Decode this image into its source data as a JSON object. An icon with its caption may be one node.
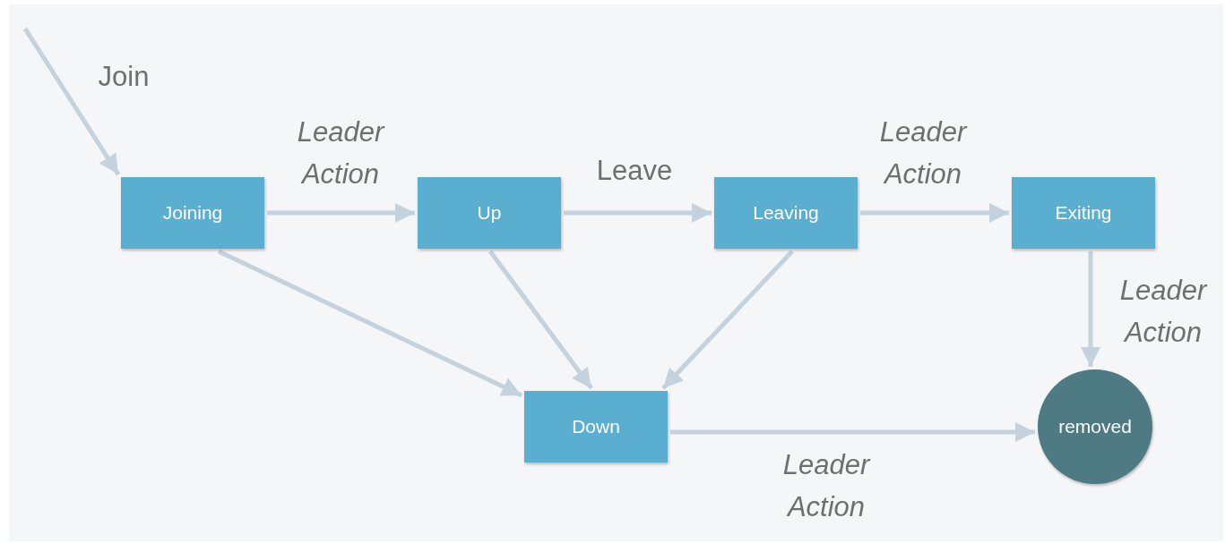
{
  "diagram": {
    "nodes": [
      {
        "text": [
          "Joining"
        ]
      },
      {
        "text": [
          "Up"
        ]
      },
      {
        "text": [
          "Leaving"
        ]
      },
      {
        "text": [
          "Exiting"
        ]
      },
      {
        "text": [
          "Down"
        ]
      },
      {
        "text": [
          "removed"
        ]
      }
    ],
    "edges": [
      {
        "from": null,
        "to": 0,
        "arrow": "to",
        "label": "Join"
      },
      {
        "from": 0,
        "to": 1,
        "arrow": "to",
        "label": "Leader Action"
      },
      {
        "from": 1,
        "to": 2,
        "arrow": "to",
        "label": "Leave"
      },
      {
        "from": 2,
        "to": 3,
        "arrow": "to",
        "label": "Leader Action"
      },
      {
        "from": 0,
        "to": 4,
        "arrow": "to"
      },
      {
        "from": 1,
        "to": 4,
        "arrow": "to"
      },
      {
        "from": 2,
        "to": 4,
        "arrow": "to"
      },
      {
        "from": 3,
        "to": 5,
        "arrow": "to",
        "label": "Leader Action"
      },
      {
        "from": 4,
        "to": 5,
        "arrow": "to",
        "label": "Leader Action"
      }
    ]
  }
}
